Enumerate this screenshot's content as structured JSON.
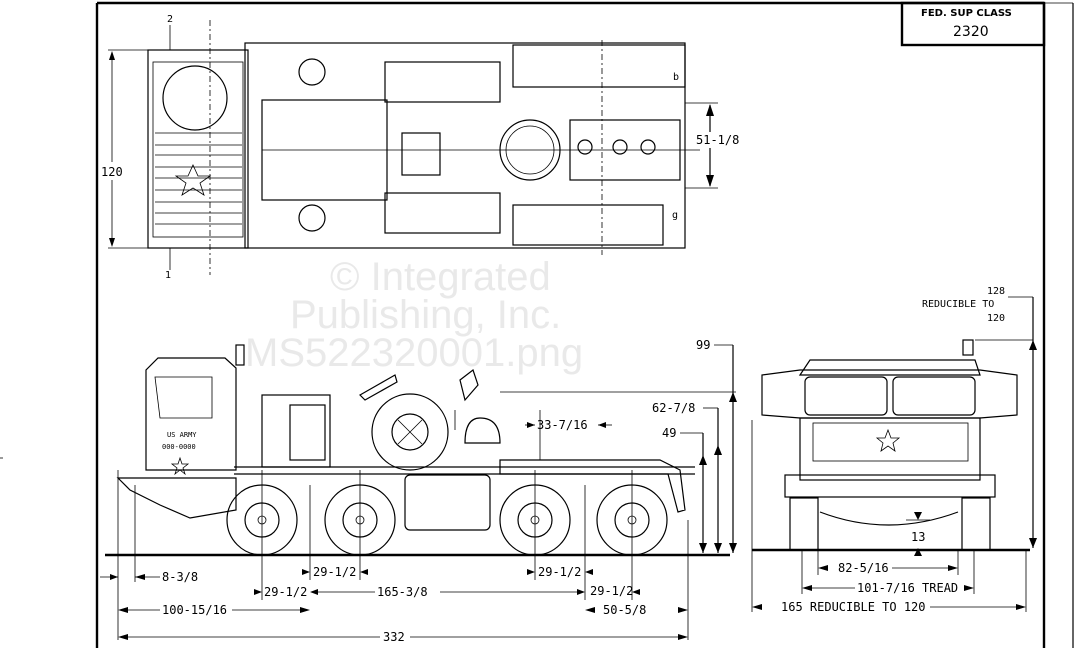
{
  "title_block": {
    "label": "FED. SUP CLASS",
    "value": "2320"
  },
  "watermark": {
    "line1": "© Integrated",
    "line2": "Publishing, Inc.",
    "line3": "MS522320001.png"
  },
  "top_view": {
    "markers": {
      "top": "2",
      "bottom": "1",
      "right_top": "b",
      "right_bottom": "g"
    },
    "dimensions": {
      "overall_width": "120",
      "fifth_wheel_offset": "51-1/8"
    }
  },
  "side_view": {
    "cab_markings": {
      "line1": "US ARMY",
      "line2": "000-0000"
    },
    "dimensions": {
      "height_overall": "99",
      "fifth_wheel_height": "62-7/8",
      "frame_height": "49",
      "fifth_wheel_span": "33-7/16",
      "front_overhang": "8-3/8",
      "axle_spacing_1": "29-1/2",
      "axle_spacing_2": "29-1/2",
      "axle_spacing_3": "29-1/2",
      "axle_spacing_4": "29-1/2",
      "front_to_center": "100-15/16",
      "wheelbase_mid": "165-3/8",
      "rear_overhang": "50-5/8",
      "overall_length": "332"
    }
  },
  "front_view": {
    "dimensions": {
      "height_line1": "128",
      "height_line2": "REDUCIBLE TO",
      "height_line3": "120",
      "ground_clearance": "13",
      "inner_track": "82-5/16",
      "tread": "101-7/16 TREAD",
      "overall_width": "165 REDUCIBLE TO 120"
    }
  },
  "colors": {
    "ink": "#000000",
    "paper": "#ffffff",
    "watermark": "#e9e9e9"
  }
}
